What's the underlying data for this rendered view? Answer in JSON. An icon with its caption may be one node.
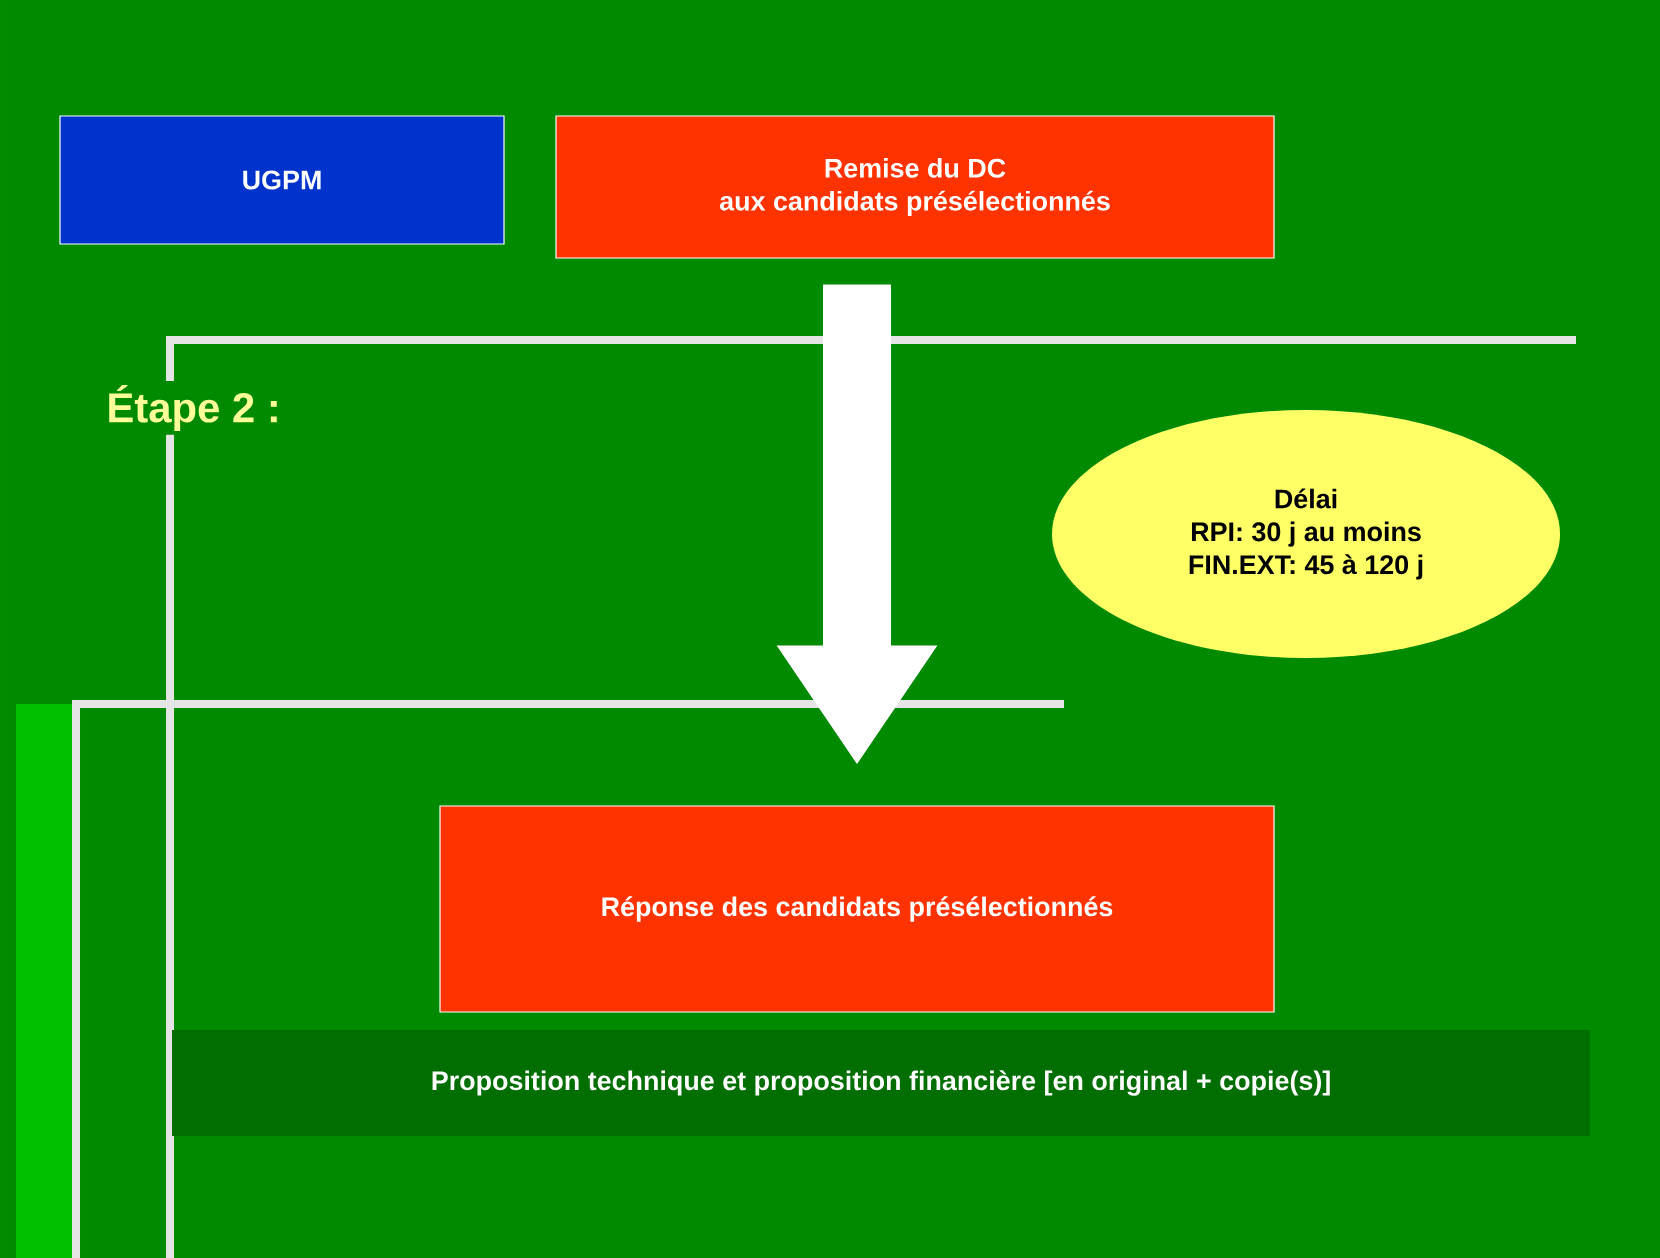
{
  "diagram": {
    "nodes": [
      {
        "text": [
          "UGPM"
        ]
      },
      {
        "text": [
          "Remise du DC",
          "aux candidats présélectionnés"
        ]
      },
      {
        "text": [
          "Délai",
          "RPI: 30 j  au moins",
          "FIN.EXT: 45 à 120 j"
        ]
      },
      {
        "text": [
          "Réponse des candidats présélectionnés"
        ]
      },
      {
        "text": [
          "Proposition technique et proposition financière [en original  + copie(s)]"
        ]
      }
    ],
    "edges": [
      {
        "from": 1,
        "to": 3,
        "arrow": "to"
      }
    ],
    "labels": [
      "Étape 2 :"
    ]
  }
}
